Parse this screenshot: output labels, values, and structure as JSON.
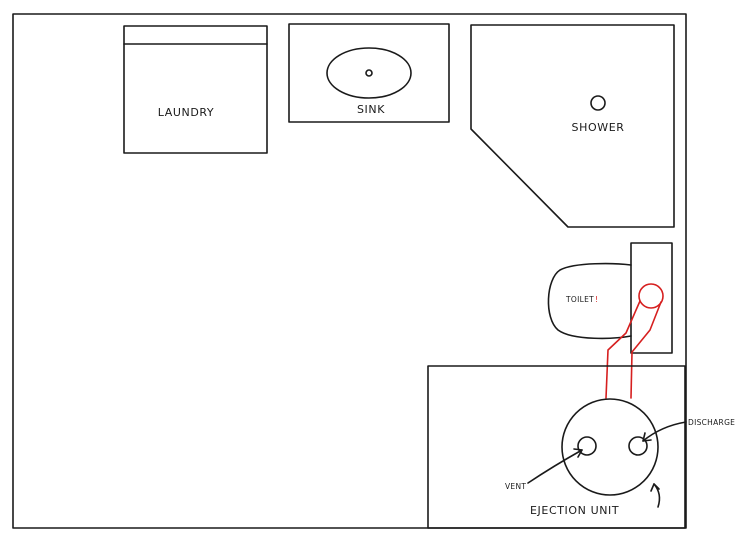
{
  "fixtures": {
    "laundry": "LAUNDRY",
    "sink": "SINK",
    "shower": "SHOWER",
    "toilet": "TOILET",
    "toilet_mark": "!",
    "vent": "VENT",
    "discharge": "DISCHARGE",
    "ejection_unit": "EJECTION UNIT"
  },
  "colors": {
    "ink": "#1a1a1a",
    "pipe": "#d61f1f"
  }
}
